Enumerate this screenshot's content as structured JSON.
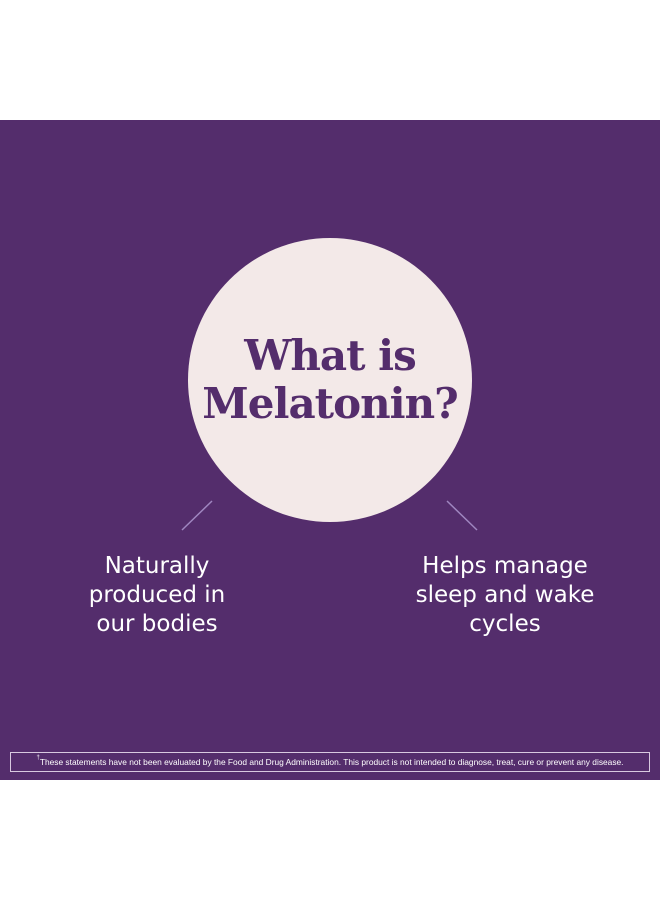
{
  "colors": {
    "background": "#542d6c",
    "circle": "#f3e9e8",
    "title_text": "#542d6c",
    "body_text": "#ffffff",
    "connector_lines": "#9f86c0"
  },
  "heading": {
    "line1": "What is",
    "line2": "Melatonin?"
  },
  "facts": {
    "left": {
      "line1": "Naturally",
      "line2": "produced in",
      "line3": "our bodies"
    },
    "right": {
      "line1": "Helps manage",
      "line2": "sleep and wake",
      "line3": "cycles"
    }
  },
  "disclaimer": {
    "mark": "†",
    "text": "These statements have not been evaluated by the Food and Drug Administration. This product is not intended to diagnose, treat, cure or prevent any disease."
  }
}
